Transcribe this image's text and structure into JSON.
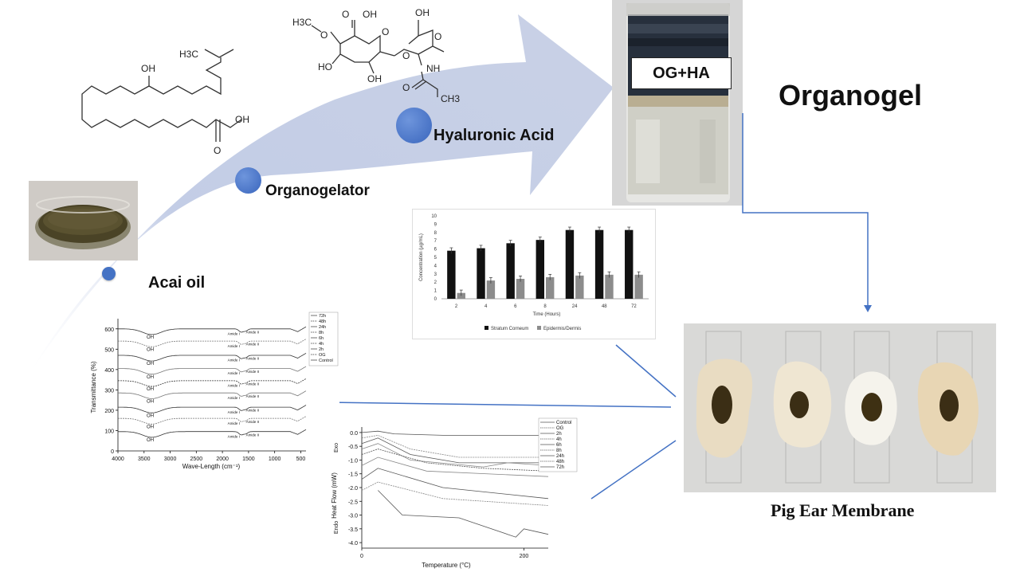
{
  "steps": {
    "acai": "Acai oil",
    "organogelator": "Organogelator",
    "hyaluronic": "Hyaluronic Acid"
  },
  "jar_label": "OG+HA",
  "organogel_title": "Organogel",
  "membrane_label": "Pig Ear Membrane",
  "molecules": {
    "ricinoleic": {
      "h3c": "H3C",
      "oh": "OH",
      "cooh_oh": "OH",
      "carbonyl_o": "O"
    },
    "hyaluronic": {
      "h3c": "H3C",
      "o_methoxy": "O",
      "cooh_o": "O",
      "cooh_oh": "OH",
      "ring_o1": "O",
      "link_o": "O",
      "ring_o2": "O",
      "ho": "HO",
      "oh_bottom": "OH",
      "oh_top": "OH",
      "nh": "NH",
      "o_acyl": "O",
      "ch3": "CH3"
    }
  },
  "bar_chart": {
    "ylabel": "Concentration (µg/mL)",
    "xlabel": "Time (Hours)",
    "yticks": [
      "0",
      "1",
      "2",
      "3",
      "4",
      "5",
      "6",
      "7",
      "8",
      "9",
      "10"
    ],
    "legend": [
      "Stratum Corneum",
      "Epidermis/Dermis"
    ]
  },
  "ftir_chart": {
    "ylabel": "Transmittance (%)",
    "xlabel": "Wave-Length (cm⁻¹)",
    "yticks": [
      "0",
      "100",
      "200",
      "300",
      "400",
      "500",
      "600"
    ],
    "xticks": [
      "4000",
      "3500",
      "3000",
      "2500",
      "2000",
      "1500",
      "1000",
      "500"
    ],
    "legend": [
      "72h",
      "48h",
      "24h",
      "8h",
      "6h",
      "4h",
      "2h",
      "OG",
      "Control"
    ],
    "oh": "OH",
    "amide1": "Amide I",
    "amide2": "Amide II"
  },
  "dsc_chart": {
    "ylabel": "Heat Flow (mW)",
    "xlabel": "Temperature (°C)",
    "exo": "Exo",
    "endo": "Endo",
    "yticks": [
      "0.0",
      "-0.5",
      "-1.0",
      "-1.5",
      "-2.0",
      "-2.5",
      "-3.0",
      "-3.5",
      "-4.0"
    ],
    "xticks": [
      "0",
      "200"
    ],
    "legend": [
      "Control",
      "OG",
      "2h",
      "4h",
      "6h",
      "8h",
      "24h",
      "48h",
      "72h"
    ]
  },
  "chart_data": [
    {
      "type": "bar",
      "categories": [
        "2",
        "4",
        "6",
        "8",
        "24",
        "48",
        "72"
      ],
      "series": [
        {
          "name": "Stratum Corneum",
          "values": [
            5.8,
            6.1,
            6.7,
            7.1,
            8.3,
            8.3,
            8.3
          ]
        },
        {
          "name": "Epidermis/Dermis",
          "values": [
            0.7,
            2.2,
            2.4,
            2.6,
            2.8,
            2.9,
            2.9
          ]
        }
      ],
      "ylim": [
        0,
        10
      ],
      "xlabel": "Time (Hours)",
      "ylabel": "Concentration (µg/mL)"
    },
    {
      "type": "line",
      "xlim": [
        4000,
        400
      ],
      "ylim": [
        0,
        650
      ],
      "xlabel": "Wave-Length (cm⁻¹)",
      "ylabel": "Transmittance (%)",
      "series": [
        {
          "name": "72h",
          "baseline": 600
        },
        {
          "name": "48h",
          "baseline": 540
        },
        {
          "name": "24h",
          "baseline": 470
        },
        {
          "name": "8h",
          "baseline": 405
        },
        {
          "name": "6h",
          "baseline": 345
        },
        {
          "name": "4h",
          "baseline": 285
        },
        {
          "name": "2h",
          "baseline": 215
        },
        {
          "name": "OG",
          "baseline": 160
        },
        {
          "name": "Control",
          "baseline": 95
        }
      ]
    },
    {
      "type": "line",
      "xlim": [
        0,
        230
      ],
      "ylim": [
        -4.2,
        0.2
      ],
      "xlabel": "Temperature (°C)",
      "ylabel": "Heat Flow (mW)",
      "series": [
        {
          "name": "Control",
          "points": [
            [
              0,
              0.0
            ],
            [
              20,
              0.05
            ],
            [
              40,
              -0.05
            ],
            [
              100,
              -0.1
            ],
            [
              230,
              -0.1
            ]
          ]
        },
        {
          "name": "OG",
          "points": [
            [
              0,
              -0.2
            ],
            [
              20,
              -0.1
            ],
            [
              60,
              -0.6
            ],
            [
              120,
              -0.9
            ],
            [
              230,
              -0.9
            ]
          ]
        },
        {
          "name": "2h",
          "points": [
            [
              0,
              -0.4
            ],
            [
              20,
              -0.2
            ],
            [
              60,
              -0.8
            ],
            [
              120,
              -1.1
            ],
            [
              230,
              -1.1
            ]
          ]
        },
        {
          "name": "4h",
          "points": [
            [
              0,
              -0.6
            ],
            [
              20,
              -0.4
            ],
            [
              60,
              -1.0
            ],
            [
              150,
              -1.25
            ],
            [
              180,
              -1.1
            ],
            [
              230,
              -1.2
            ]
          ]
        },
        {
          "name": "6h",
          "points": [
            [
              0,
              -0.8
            ],
            [
              20,
              -0.6
            ],
            [
              80,
              -1.1
            ],
            [
              150,
              -1.3
            ],
            [
              230,
              -1.4
            ]
          ]
        },
        {
          "name": "8h",
          "points": [
            [
              0,
              -1.2
            ],
            [
              20,
              -0.9
            ],
            [
              80,
              -1.4
            ],
            [
              230,
              -1.6
            ]
          ]
        },
        {
          "name": "24h",
          "points": [
            [
              0,
              -1.7
            ],
            [
              20,
              -1.3
            ],
            [
              100,
              -2.0
            ],
            [
              230,
              -2.4
            ]
          ]
        },
        {
          "name": "48h",
          "points": [
            [
              0,
              -2.1
            ],
            [
              20,
              -1.8
            ],
            [
              100,
              -2.4
            ],
            [
              230,
              -2.65
            ]
          ]
        },
        {
          "name": "72h",
          "points": [
            [
              20,
              -2.1
            ],
            [
              50,
              -3.0
            ],
            [
              120,
              -3.1
            ],
            [
              190,
              -3.8
            ],
            [
              200,
              -3.5
            ],
            [
              230,
              -3.7
            ]
          ]
        }
      ]
    }
  ],
  "colors": {
    "arrow": "#c9d1e6",
    "dot": "#4472c4",
    "connector": "#4472c4",
    "bar_dark": "#111111",
    "bar_gray": "#8c8c8c"
  }
}
